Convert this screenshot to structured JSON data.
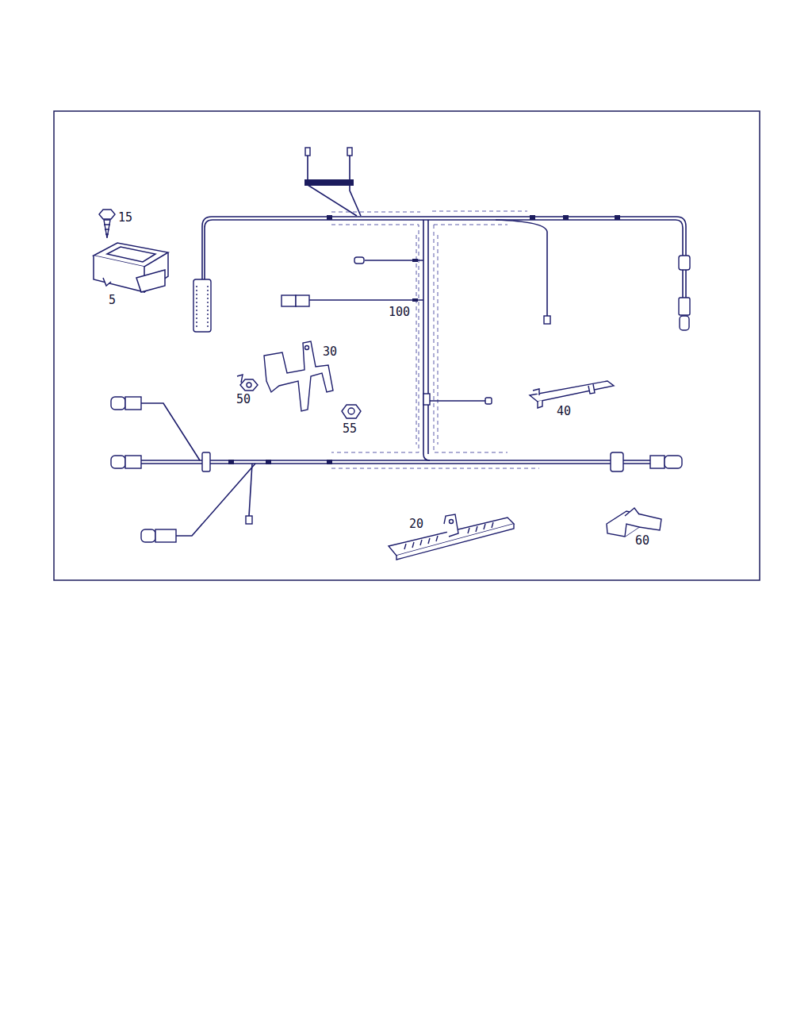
{
  "diagram": {
    "labels": [
      "15",
      "5",
      "100",
      "30",
      "50",
      "40",
      "55",
      "20",
      "60"
    ]
  }
}
